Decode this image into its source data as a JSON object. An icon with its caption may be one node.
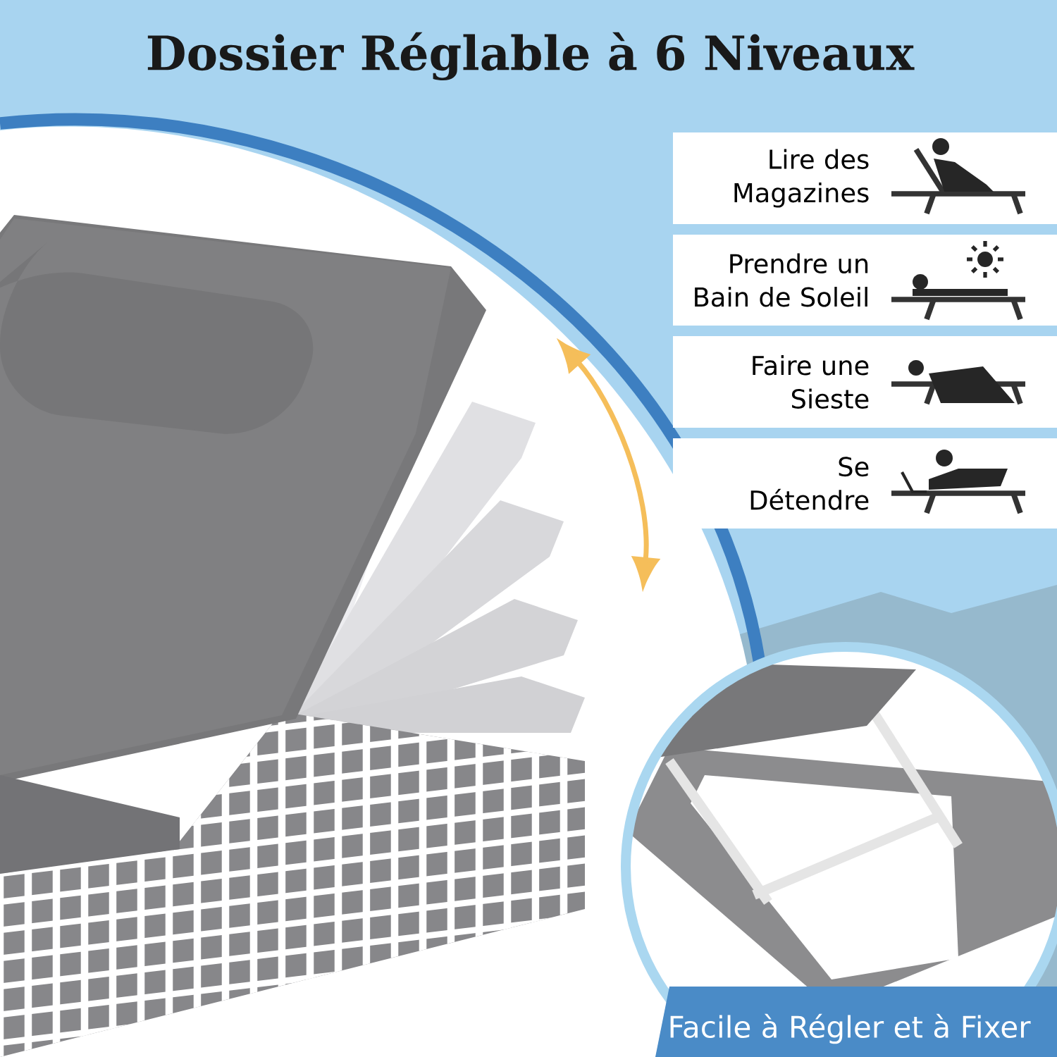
{
  "diagram": {
    "title": "Dossier Réglable à 6 Niveaux",
    "nodes": [
      {
        "text": [
          "Lire des Magazines"
        ]
      },
      {
        "text": [
          "Prendre un Bain de Soleil"
        ]
      },
      {
        "text": [
          "Faire une Sieste"
        ]
      },
      {
        "text": [
          "Se Détendre"
        ]
      }
    ],
    "labels": [
      "Facile à Régler et à Fixer"
    ]
  }
}
